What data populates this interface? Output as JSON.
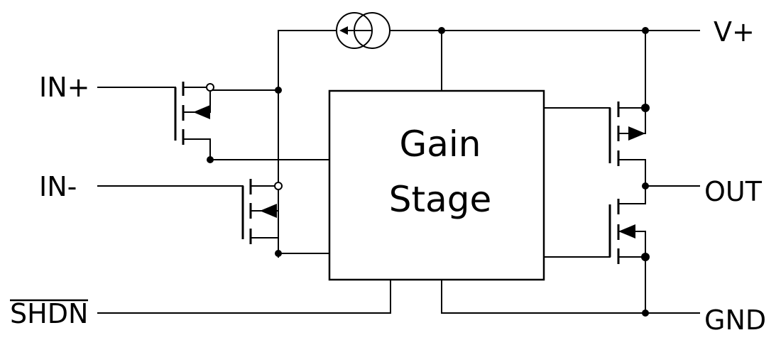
{
  "labels": {
    "in_plus": "IN+",
    "in_minus": "IN-",
    "shdn": "SHDN",
    "v_plus": "V+",
    "out": "OUT",
    "gnd": "GND"
  },
  "block": {
    "line1": "Gain",
    "line2": "Stage"
  }
}
